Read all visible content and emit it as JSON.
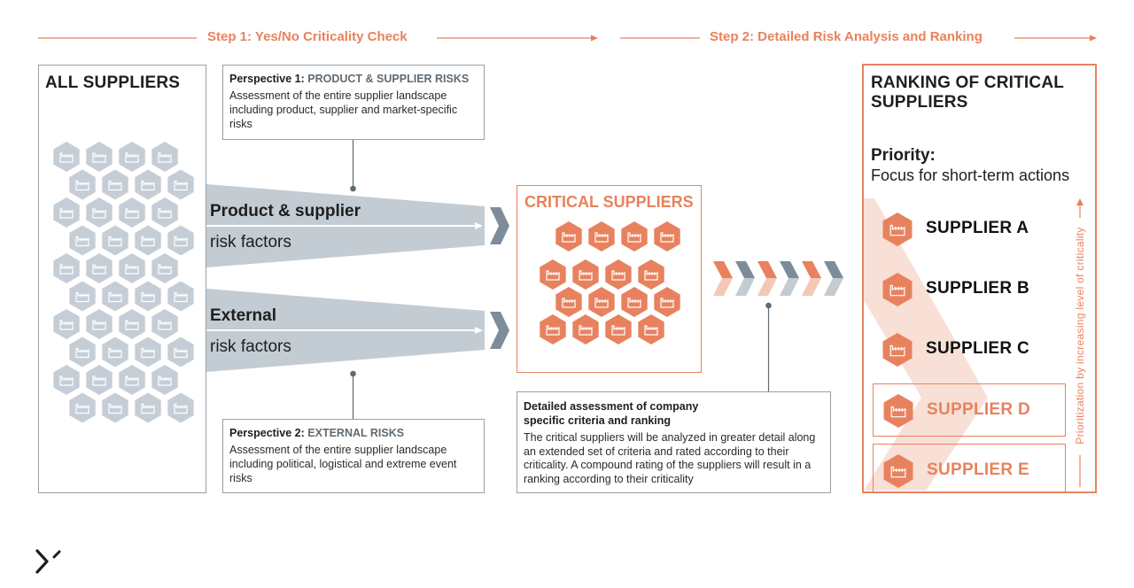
{
  "steps": {
    "step1": "Step 1: Yes/No Criticality Check",
    "step2": "Step 2: Detailed Risk Analysis and Ranking"
  },
  "all_suppliers": {
    "title": "ALL SUPPLIERS"
  },
  "perspective1": {
    "title": "Perspective 1:",
    "subtitle": "PRODUCT & SUPPLIER RISKS",
    "text": "Assessment of the entire supplier landscape including product, supplier and market-specific risks"
  },
  "perspective2": {
    "title": "Perspective 2:",
    "subtitle": "EXTERNAL RISKS",
    "text": "Assessment of the entire supplier landscape including political, logistical and extreme event risks"
  },
  "funnel": {
    "top_bold": "Product & supplier",
    "top_text": "risk factors",
    "bottom_bold": "External",
    "bottom_text": "risk factors"
  },
  "critical_suppliers": {
    "title": "CRITICAL SUPPLIERS"
  },
  "detailed": {
    "title": "Detailed assessment of company specific criteria and ranking",
    "text": "The critical suppliers will be analyzed in greater detail along an extended set of criteria and rated according to their criticality. A compound rating of the suppliers will result in a ranking according to their criticality"
  },
  "ranking": {
    "title": "RANKING OF CRITICAL SUPPLIERS",
    "priority_title": "Priority:",
    "priority_text": "Focus for short-term actions",
    "side_label": "Prioritization by increasing level of criticality",
    "suppliers": [
      {
        "label": "SUPPLIER A",
        "highlight": true
      },
      {
        "label": "SUPPLIER B",
        "highlight": true
      },
      {
        "label": "SUPPLIER C",
        "highlight": true
      },
      {
        "label": "SUPPLIER D",
        "highlight": false
      },
      {
        "label": "SUPPLIER E",
        "highlight": false
      }
    ]
  },
  "colors": {
    "accent": "#e8825e",
    "accent_light": "#f5c8b8",
    "gray_hex": "#c5ced6",
    "gray_dark": "#7d8c98",
    "funnel": "#c3ccd3"
  },
  "icons": {
    "factory": "factory-icon",
    "logo": "logo-icon"
  }
}
